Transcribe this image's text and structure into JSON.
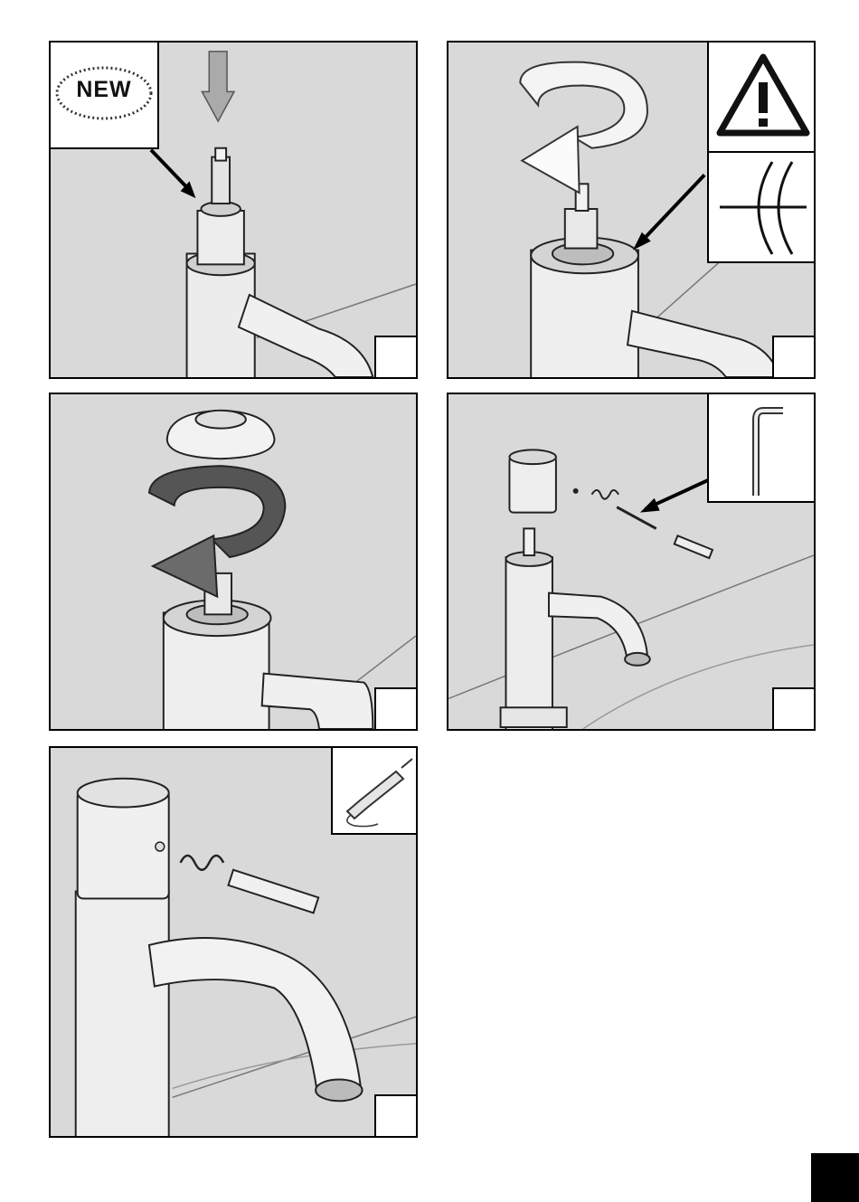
{
  "page": {
    "new_badge_text": "NEW"
  },
  "panels": [
    {
      "id": "panel-1",
      "description_name": "insert-new-cartridge"
    },
    {
      "id": "panel-2",
      "description_name": "tighten-cartridge-warning"
    },
    {
      "id": "panel-3",
      "description_name": "screw-on-cover-cap"
    },
    {
      "id": "panel-4",
      "description_name": "fit-handle-with-hex-key"
    },
    {
      "id": "panel-5",
      "description_name": "apply-grease-to-pin"
    }
  ],
  "icons": {
    "warning": "warning-triangle-icon",
    "gap": "clearance-gap-icon",
    "hex_key": "hex-key-icon",
    "grease": "grease-syringe-icon"
  },
  "colors": {
    "background": "#d9d9d9",
    "frame": "#000000",
    "metal": "#e6e6e6"
  }
}
